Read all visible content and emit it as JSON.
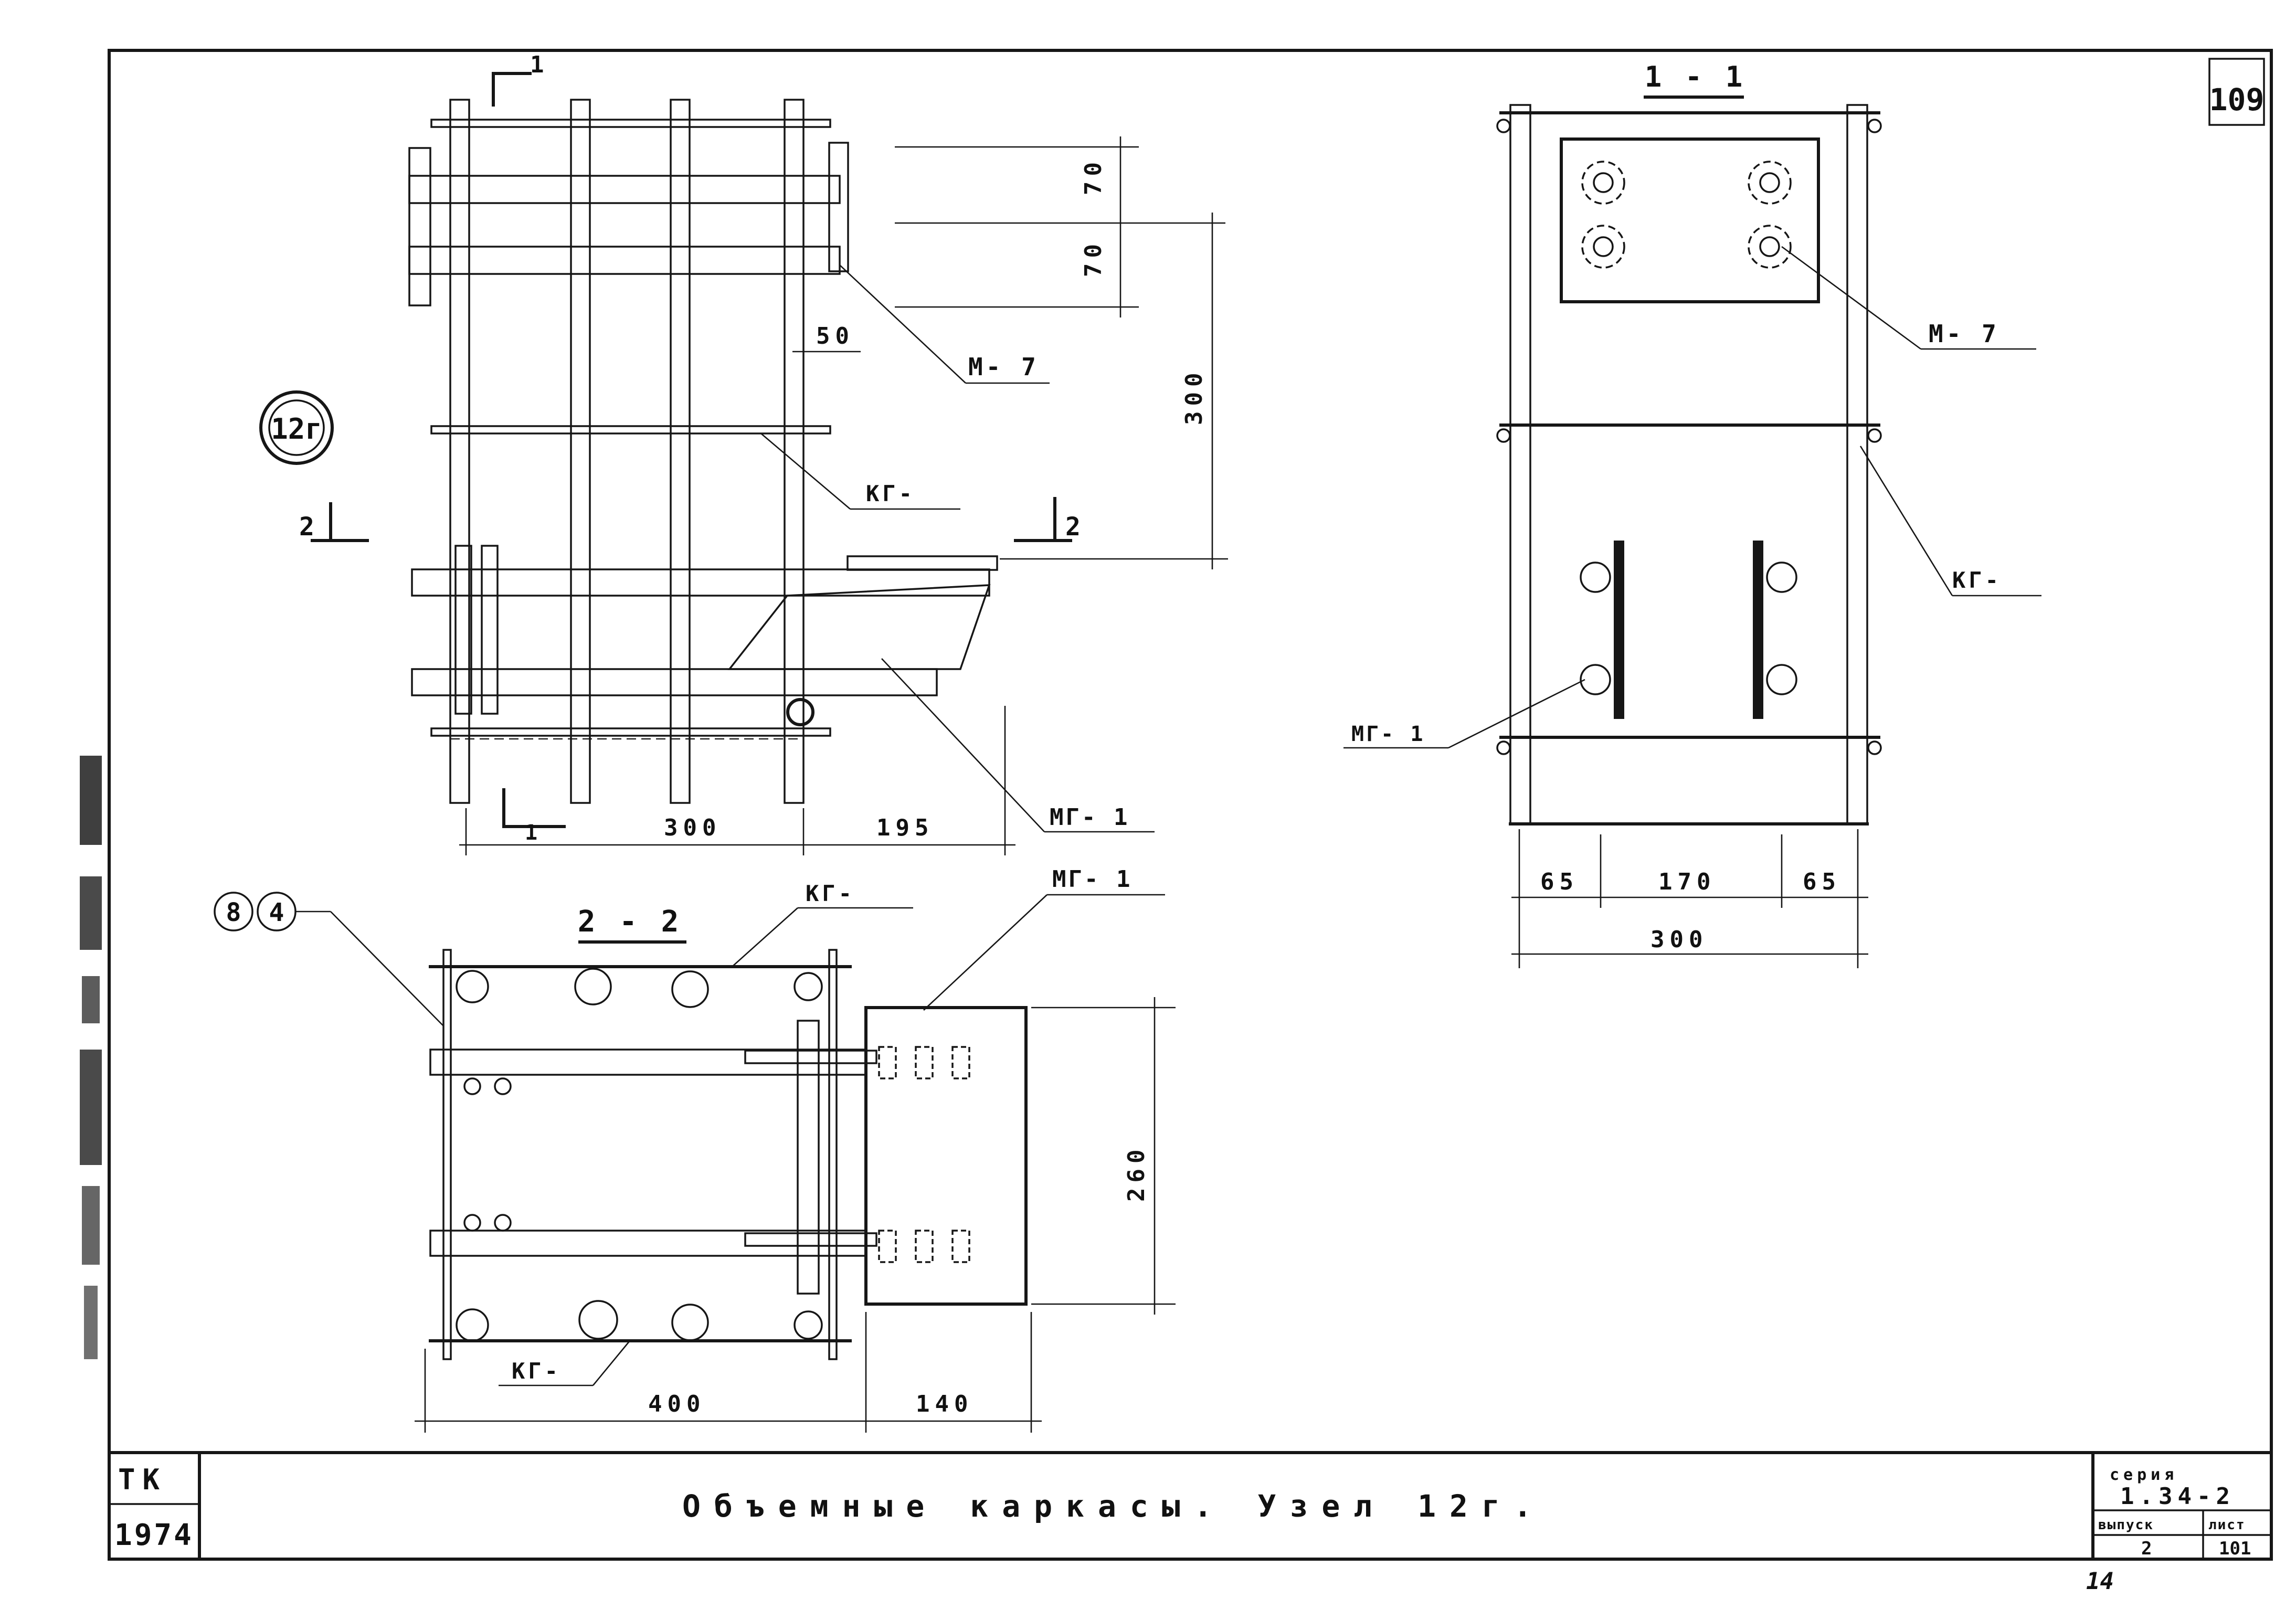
{
  "sheet": {
    "number": "109",
    "title": "Объемные каркасы. Узел 12г.",
    "org_code": "ТК",
    "year": "1974",
    "series_label": "серия",
    "series_value": "1.34-2",
    "issue_label": "выпуск",
    "issue_value": "2",
    "page_label": "лист",
    "page_value": "101",
    "footer_note": "14"
  },
  "callouts": {
    "node": "12г",
    "ref_a": "8",
    "ref_b": "4"
  },
  "section_marks": {
    "sec1": "1",
    "sec2": "2",
    "sec11": "1 - 1",
    "sec22": "2 - 2"
  },
  "labels": {
    "m7": "М- 7",
    "kg": "КГ-",
    "mg1": "МГ- 1"
  },
  "dimensions": {
    "d70a": "70",
    "d70b": "70",
    "d50": "50",
    "d300v": "300",
    "d300h": "300",
    "d195": "195",
    "d65a": "65",
    "d170": "170",
    "d65b": "65",
    "d300s": "300",
    "d260": "260",
    "d400": "400",
    "d140": "140"
  }
}
